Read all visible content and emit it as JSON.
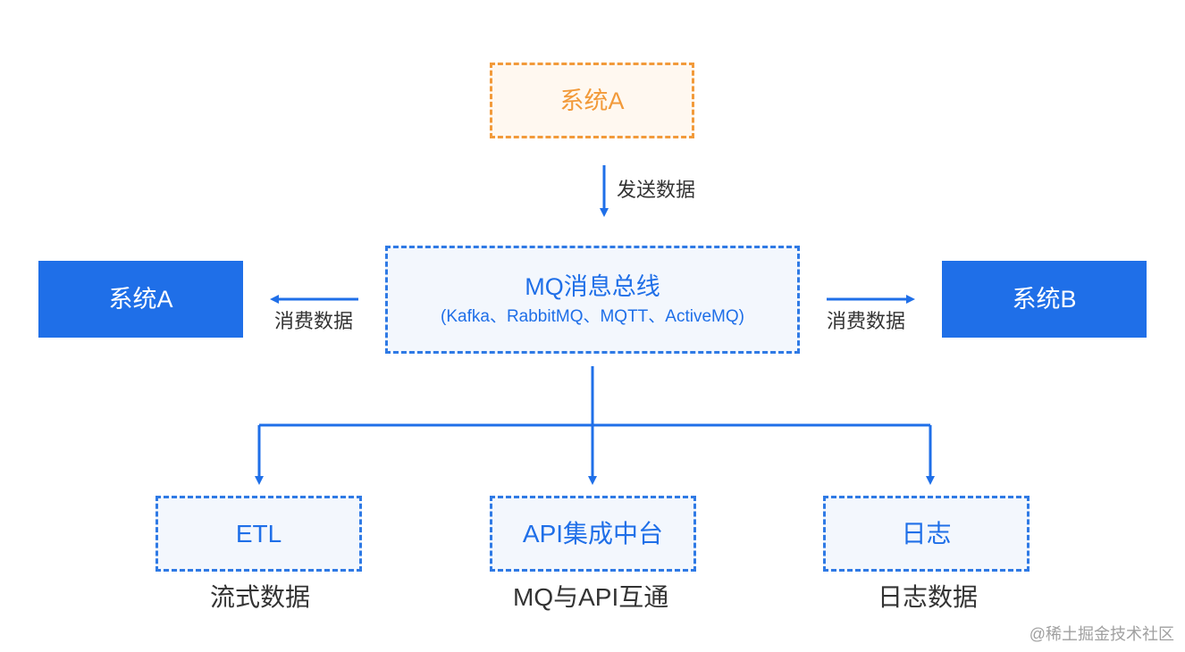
{
  "diagram": {
    "nodes": {
      "system_a_top": "系统A",
      "mq_bus_title": "MQ消息总线",
      "mq_bus_subtitle": "(Kafka、RabbitMQ、MQTT、ActiveMQ)",
      "system_a_left": "系统A",
      "system_b_right": "系统B",
      "etl": "ETL",
      "api_hub": "API集成中台",
      "log": "日志"
    },
    "edges": {
      "send_data": "发送数据",
      "consume_left": "消费数据",
      "consume_right": "消费数据"
    },
    "bottom_labels": {
      "etl": "流式数据",
      "api_hub": "MQ与API互通",
      "log": "日志数据"
    }
  },
  "watermark": "@稀土掘金技术社区",
  "colors": {
    "accent_blue": "#1f6fe8",
    "dashed_blue": "#2f7ae5",
    "accent_orange": "#f29a3a",
    "light_blue_bg": "#f3f7fd",
    "light_orange_bg": "#fff8f0",
    "text_dark": "#333333"
  }
}
